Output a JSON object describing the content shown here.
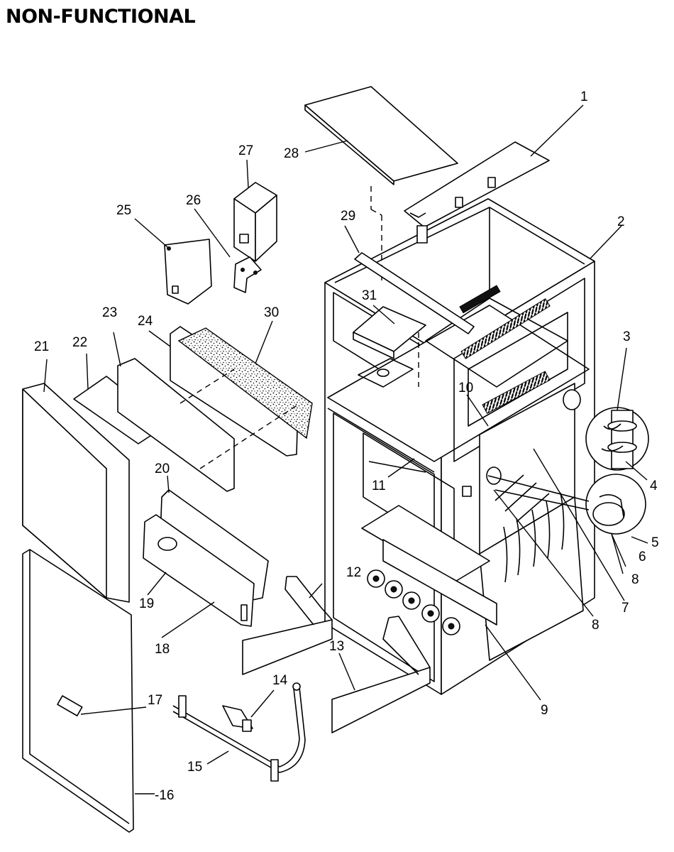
{
  "title": "NON-FUNCTIONAL",
  "callouts": [
    "1",
    "2",
    "3",
    "4",
    "5",
    "6",
    "7",
    "8",
    "8",
    "9",
    "10",
    "11",
    "12",
    "13",
    "14",
    "15",
    "-16",
    "17",
    "18",
    "19",
    "20",
    "21",
    "22",
    "23",
    "24",
    "25",
    "26",
    "27",
    "28",
    "29",
    "30",
    "31"
  ]
}
